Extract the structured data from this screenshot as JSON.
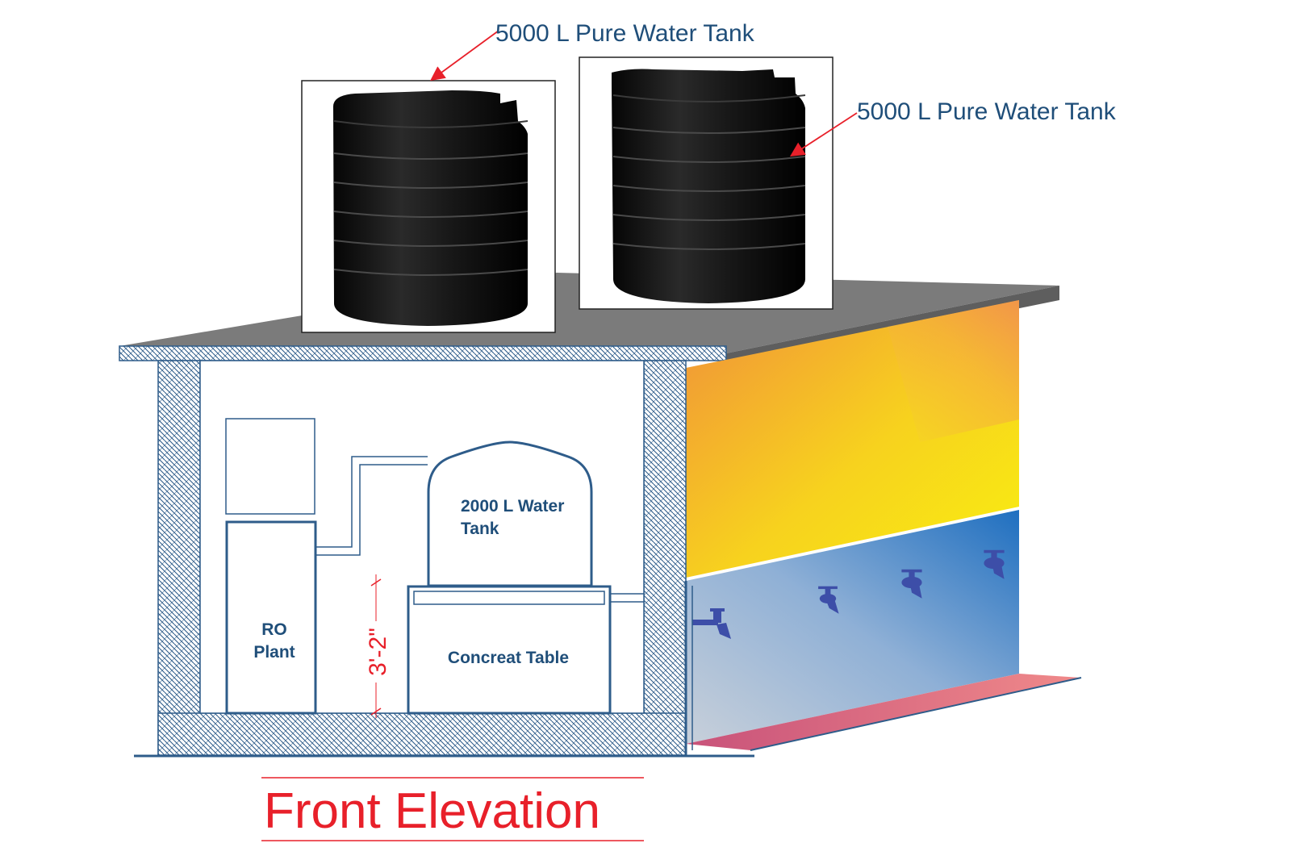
{
  "callouts": {
    "tank_left": "5000 L Pure Water Tank",
    "tank_right": "5000 L Pure Water Tank"
  },
  "labels": {
    "inner_tank_line1": "2000 L Water",
    "inner_tank_line2": "Tank",
    "ro_line1": "RO",
    "ro_line2": "Plant",
    "table": "Concreat Table",
    "dimension": "3'-2\""
  },
  "title": "Front Elevation",
  "colors": {
    "text_blue": "#1f4e79",
    "title_red": "#e8202a",
    "roof_gray": "#7f7f7f",
    "wall_outline": "#2e5c8a",
    "tank_black": "#111111"
  },
  "icons": [
    "water-tap-icon",
    "water-tap-icon",
    "water-tap-icon",
    "water-tap-icon"
  ]
}
